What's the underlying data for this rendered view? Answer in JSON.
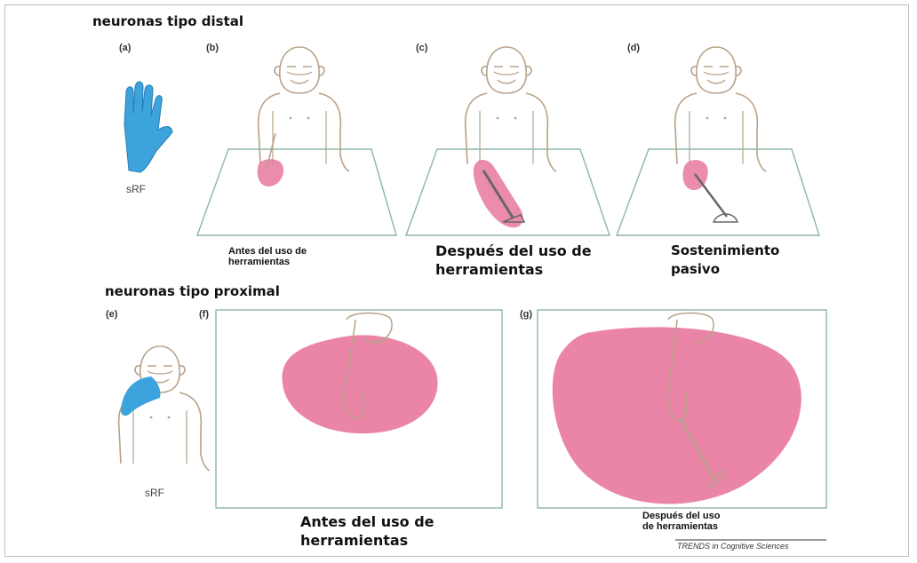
{
  "sections": {
    "distal_title": "neuronas tipo distal",
    "proximal_title": "neuronas tipo proximal"
  },
  "panels": {
    "a": "(a)",
    "b": "(b)",
    "c": "(c)",
    "d": "(d)",
    "e": "(e)",
    "f": "(f)",
    "g": "(g)"
  },
  "srf_labels": {
    "hand": "sRF",
    "shoulder": "sRF"
  },
  "captions": {
    "b": "Antes del uso de\nherramientas",
    "c": "Después del uso de\nherramientas",
    "d": "Sostenimiento\npasivo",
    "f": "Antes del uso de\nherramientas",
    "g": "Después del uso\nde herramientas"
  },
  "credit": "TRENDS in Cognitive Sciences",
  "colors": {
    "receptive_field_blue": "#3da3dc",
    "receptive_field_pink": "#e8789e",
    "outline": "#b8a28a",
    "panel_border": "#8fb5a8"
  }
}
